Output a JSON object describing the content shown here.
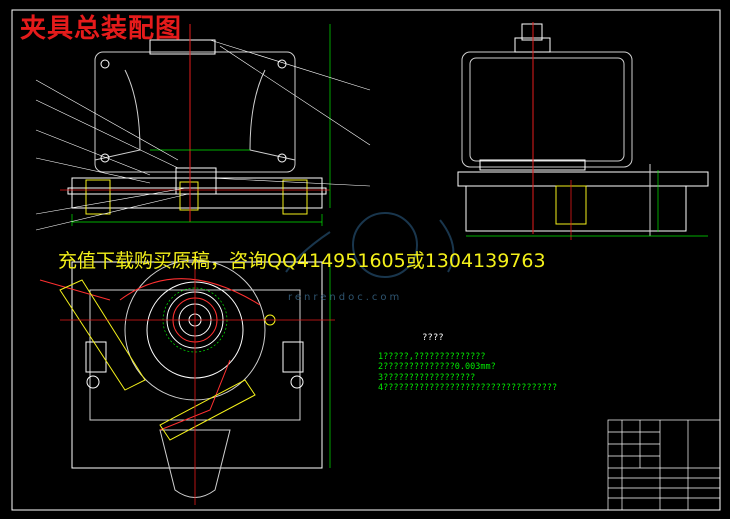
{
  "title": "夹具总装配图",
  "ad_text": "充值下载购买原稿，咨询QQ414951605或1304139763",
  "watermark_text": "renrendoc.com",
  "notes": {
    "heading": "????",
    "lines": [
      "1?????,??????????????",
      "2??????????????0.003mm?",
      "3??????????????????",
      "4??????????????????????????????????"
    ]
  },
  "colors": {
    "background": "#000000",
    "title": "#e51b1b",
    "ad": "#f4f11a",
    "outline": "#ffffff",
    "center_line": "#e51b1b",
    "dimension": "#00e800",
    "fixture": "#ff3030"
  }
}
